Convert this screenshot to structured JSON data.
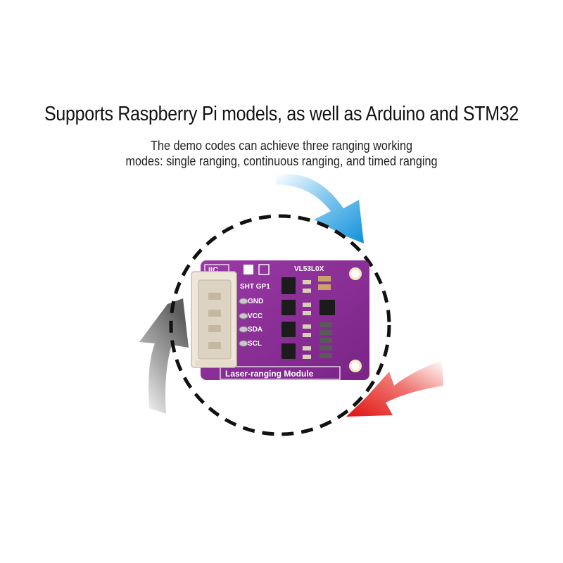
{
  "headline": "Supports Raspberry Pi models, as well as Arduino and STM32",
  "subline": {
    "line1": "The demo codes can achieve three ranging working",
    "line2": "modes: single ranging, continuous ranging, and timed ranging"
  },
  "board": {
    "iic_label": "IIC",
    "chip_label": "VL53L0X",
    "pin_header": "SHT GP1",
    "pins": [
      "GND",
      "VCC",
      "SDA",
      "SCL"
    ],
    "module_label": "Laser-ranging Module"
  },
  "colors": {
    "board": "#8a2f96",
    "arrow_blue": "#1a9be0",
    "arrow_red": "#e41a12",
    "arrow_gray": "#6e6e6e",
    "dash_ring": "#111111"
  }
}
